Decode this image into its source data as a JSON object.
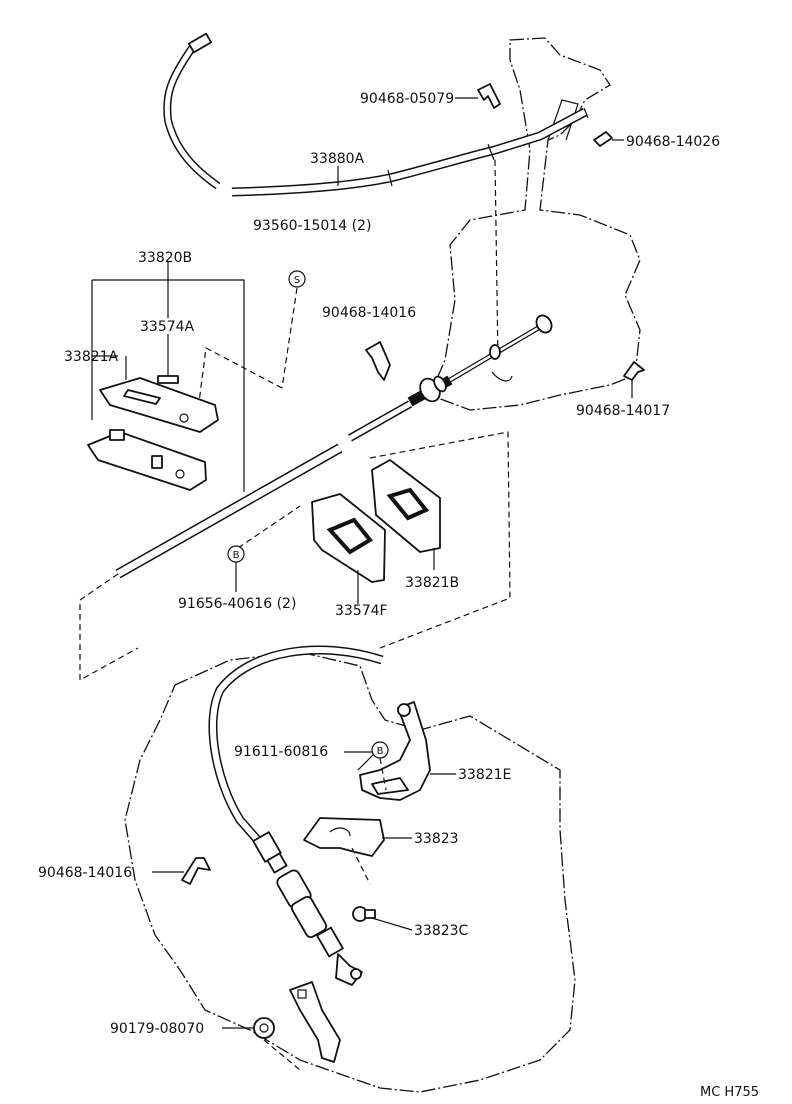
{
  "labels": {
    "p90468_05079": "90468-05079",
    "p90468_14026": "90468-14026",
    "p33880A": "33880A",
    "p93560_15014": "93560-15014 (2)",
    "p33820B": "33820B",
    "p90468_14016_top": "90468-14016",
    "p33574A": "33574A",
    "p33821A": "33821A",
    "p90468_14017": "90468-14017",
    "p33821B": "33821B",
    "p91656_40616": "91656-40616 (2)",
    "p33574F": "33574F",
    "p91611_60816": "91611-60816",
    "p33821E": "33821E",
    "p33823": "33823",
    "p90468_14016_bottom": "90468-14016",
    "p33823C": "33823C",
    "p90179_08070": "90179-08070"
  },
  "symbols": {
    "s": "S",
    "b1": "B",
    "b2": "B"
  },
  "footer": {
    "code": "MC  H755"
  }
}
